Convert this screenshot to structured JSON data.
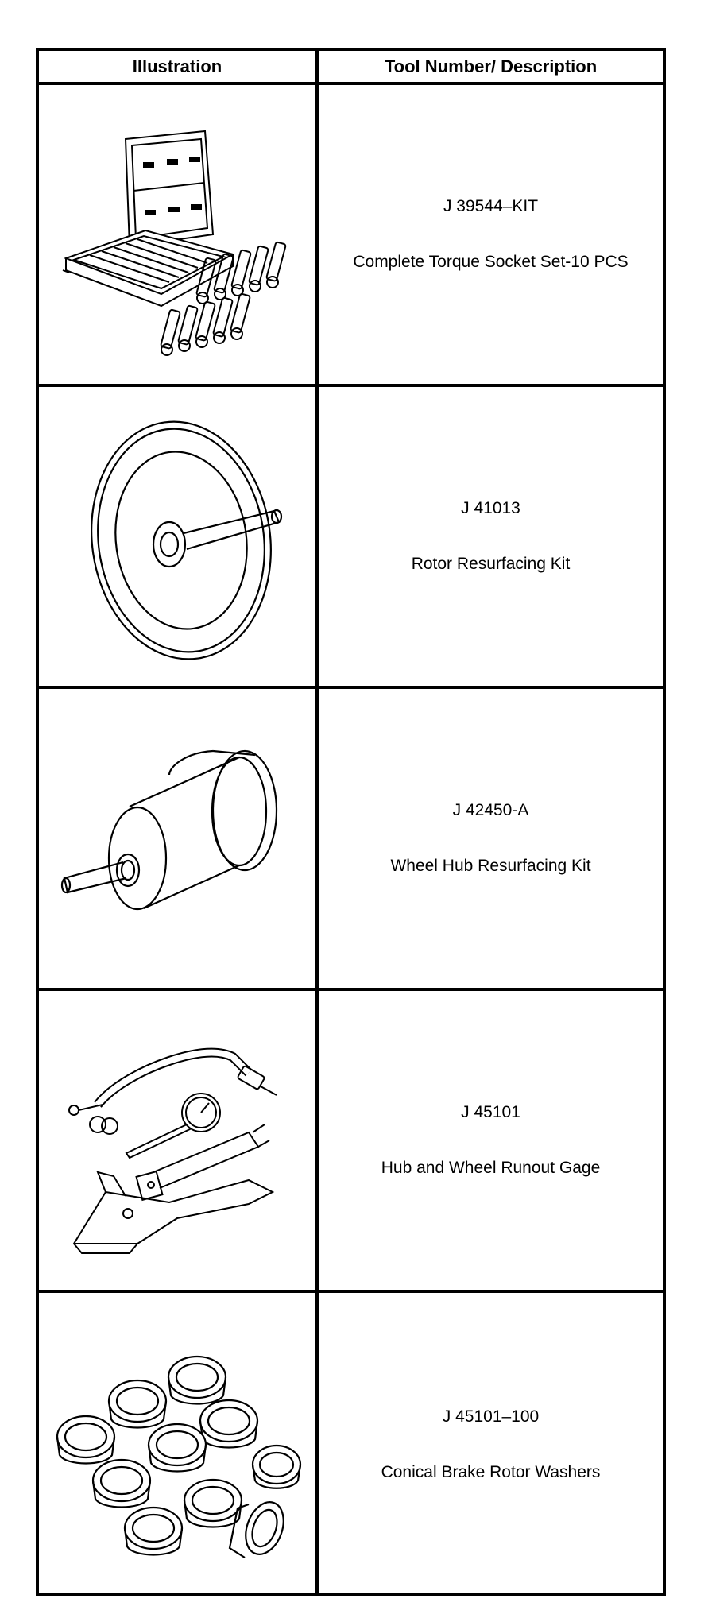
{
  "table": {
    "headers": {
      "illustration": "Illustration",
      "tool": "Tool Number/ Description"
    },
    "rows": [
      {
        "number": "J 39544–KIT",
        "description": "Complete Torque Socket Set-10 PCS",
        "illustration_icon": "torque-socket-set-icon"
      },
      {
        "number": "J 41013",
        "description": "Rotor Resurfacing Kit",
        "illustration_icon": "rotor-resurfacing-icon"
      },
      {
        "number": "J 42450-A",
        "description": "Wheel Hub Resurfacing Kit",
        "illustration_icon": "wheel-hub-resurfacing-icon"
      },
      {
        "number": "J 45101",
        "description": "Hub and Wheel Runout Gage",
        "illustration_icon": "runout-gage-icon"
      },
      {
        "number": "J 45101–100",
        "description": "Conical Brake Rotor Washers",
        "illustration_icon": "conical-washers-icon"
      }
    ]
  }
}
